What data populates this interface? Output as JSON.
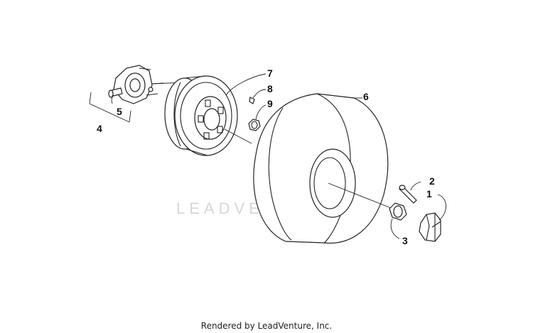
{
  "watermark": {
    "text": "LEADVENTURE"
  },
  "footer": {
    "text": "Rendered by LeadVenture, Inc."
  },
  "callouts": {
    "c1": "1",
    "c2": "2",
    "c3": "3",
    "c4": "4",
    "c5": "5",
    "c6": "6",
    "c7": "7",
    "c8": "8",
    "c9": "9"
  },
  "colors": {
    "line": "#222222",
    "watermark": "#d6d6d6"
  }
}
